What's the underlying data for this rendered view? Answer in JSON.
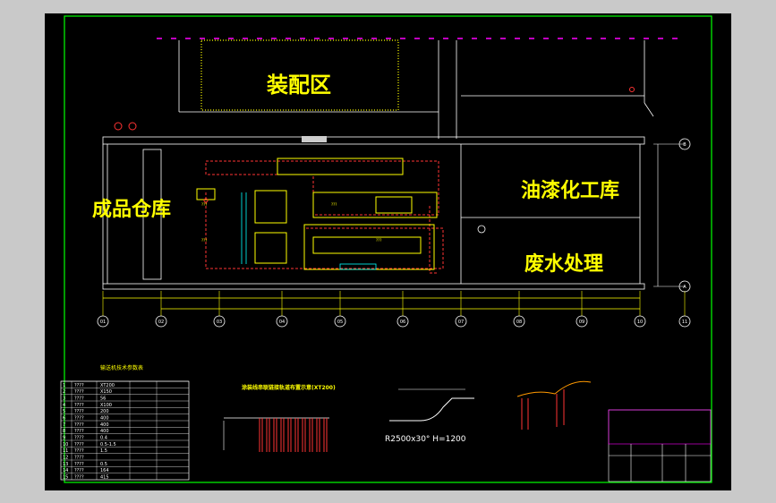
{
  "labels": {
    "assembly_area": "装配区",
    "finished_goods_warehouse": "成品仓库",
    "paint_chemical_storage": "油漆化工库",
    "wastewater_treatment": "废水处理",
    "detail_title": "涂装线串联链接轨道布置示意(XT200)",
    "curve_spec": "R2500x30°  H=1200",
    "table_title": "输送机技术参数表"
  },
  "grid_axes": [
    "01",
    "02",
    "03",
    "04",
    "05",
    "06",
    "07",
    "08",
    "09",
    "10",
    "11"
  ],
  "grid_rows": [
    "A",
    "B"
  ],
  "table_rows": [
    {
      "no": "1",
      "name": "????",
      "value": "XT200"
    },
    {
      "no": "2",
      "name": "????",
      "value": "X150"
    },
    {
      "no": "3",
      "name": "????",
      "value": "56"
    },
    {
      "no": "4",
      "name": "????",
      "value": "X100"
    },
    {
      "no": "5",
      "name": "????",
      "value": "200"
    },
    {
      "no": "6",
      "name": "????",
      "value": "400"
    },
    {
      "no": "7",
      "name": "????",
      "value": "400"
    },
    {
      "no": "8",
      "name": "????",
      "value": "400"
    },
    {
      "no": "9",
      "name": "????",
      "value": "0.4"
    },
    {
      "no": "10",
      "name": "????",
      "value": "0.5-1.5"
    },
    {
      "no": "11",
      "name": "????",
      "value": "1.5"
    },
    {
      "no": "12",
      "name": "????",
      "value": ""
    },
    {
      "no": "13",
      "name": "????",
      "value": "0.5"
    },
    {
      "no": "14",
      "name": "????",
      "value": "164"
    },
    {
      "no": "15",
      "name": "????",
      "value": "415"
    }
  ]
}
